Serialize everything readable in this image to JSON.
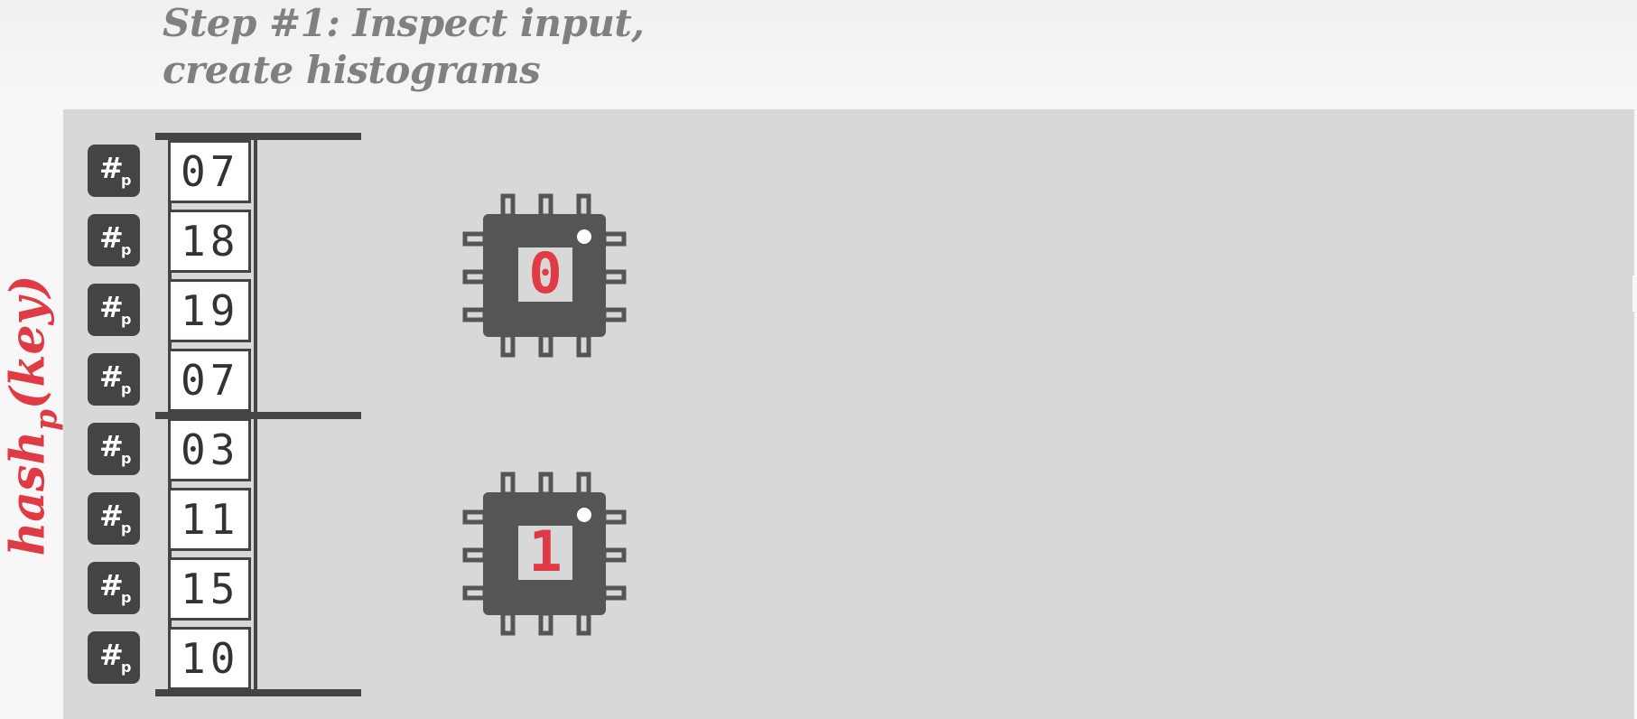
{
  "heading": {
    "line1": "Step #1: Inspect input,",
    "line2": "create histograms"
  },
  "side_label": {
    "main": "hash",
    "sub": "p",
    "suffix": "(key)"
  },
  "hash_badge": {
    "symbol": "#",
    "sub": "p"
  },
  "keys": [
    "07",
    "18",
    "19",
    "07",
    "03",
    "11",
    "15",
    "10"
  ],
  "cpus": [
    {
      "label": "0",
      "icon": "cpu-chip-icon"
    },
    {
      "label": "1",
      "icon": "cpu-chip-icon"
    }
  ],
  "colors": {
    "accent": "#e03a45",
    "dark": "#444444",
    "panel": "#d7d9d8",
    "heading": "#808080"
  }
}
